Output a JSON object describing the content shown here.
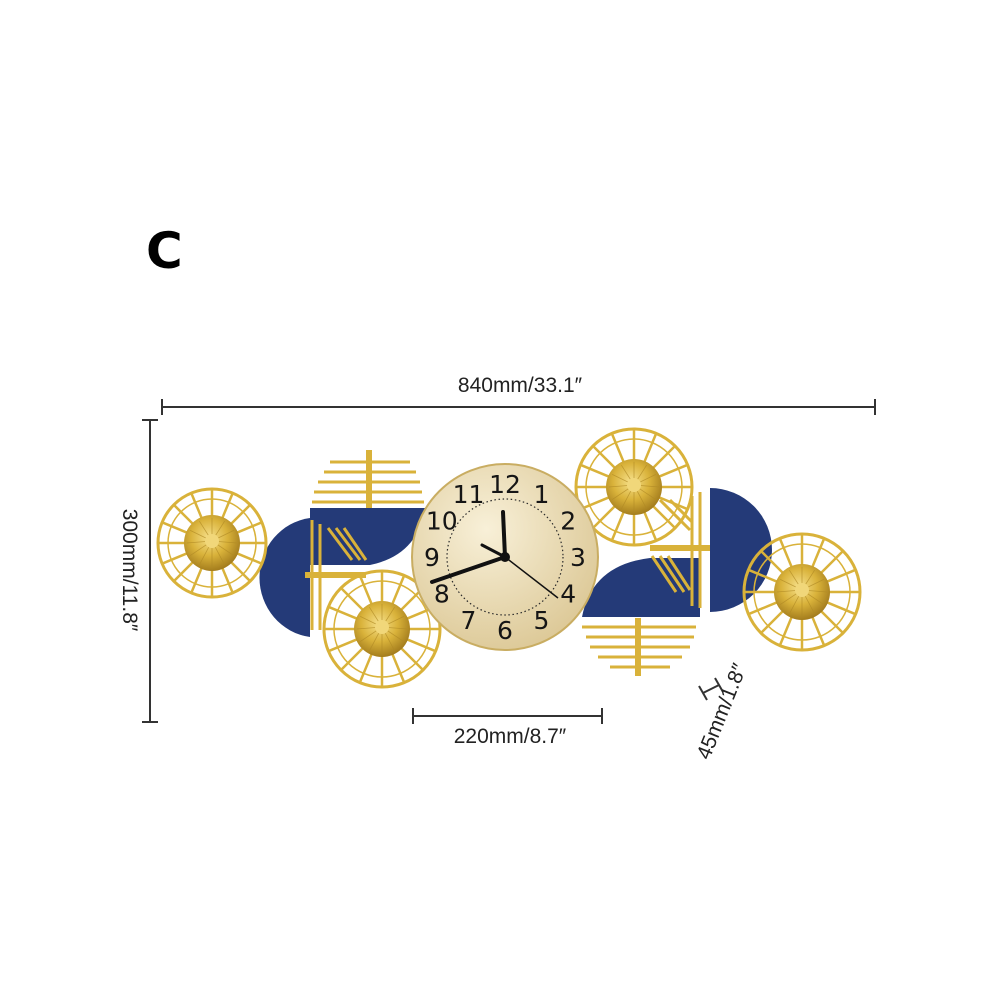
{
  "variant_label": "C",
  "dimensions": {
    "width_label": "840mm/33.1″",
    "height_label": "300mm/11.8″",
    "clock_diameter_label": "220mm/8.7″",
    "depth_label": "45mm/1.8″"
  },
  "clock": {
    "numerals": [
      "12",
      "1",
      "2",
      "3",
      "4",
      "5",
      "6",
      "7",
      "8",
      "9",
      "10",
      "11"
    ]
  },
  "colors": {
    "gold": "#d9b23a",
    "gold_light": "#f1d77a",
    "navy": "#243a78",
    "clock_face": "#eee2bf",
    "dimension_line": "#333333"
  }
}
